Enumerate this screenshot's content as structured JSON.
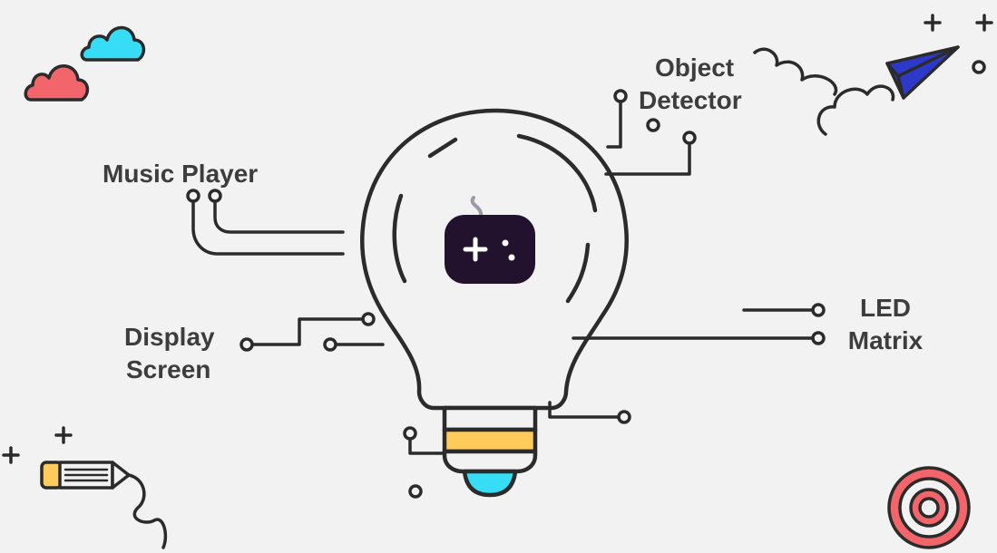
{
  "labels": {
    "music_player": "Music Player",
    "object_detector": [
      "Object",
      "Detector"
    ],
    "display_screen": [
      "Display",
      "Screen"
    ],
    "led_matrix": [
      "LED",
      "Matrix"
    ]
  },
  "colors": {
    "background": "#f2f2f2",
    "line": "#2b2b2b",
    "text": "#3d3d3d",
    "cloud_red": "#f2656a",
    "cloud_blue": "#37dcf5",
    "bulb_band": "#ffcc5c",
    "bulb_tip": "#37dcf5",
    "plane": "#2d3ac9",
    "target": "#f2656a",
    "gamepad": "#22122e"
  },
  "icons": [
    "cloud-icon",
    "cloud-icon",
    "paper-plane-icon",
    "pencil-icon",
    "target-icon",
    "gamepad-icon",
    "lightbulb-icon",
    "plus-icon"
  ]
}
